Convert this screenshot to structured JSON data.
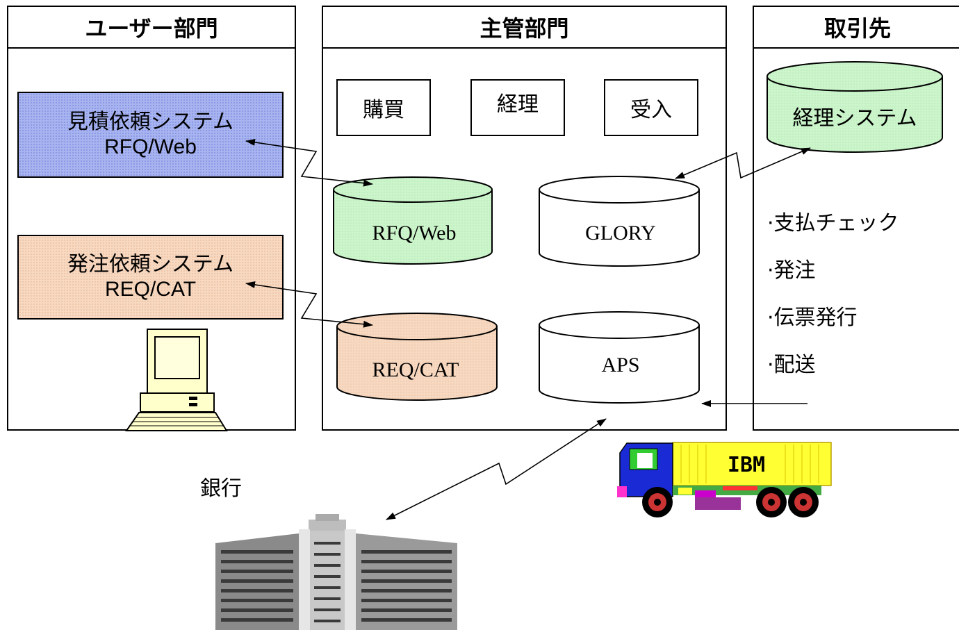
{
  "panels": {
    "user": {
      "title": "ユーザー部門"
    },
    "main": {
      "title": "主管部門"
    },
    "partner": {
      "title": "取引先"
    }
  },
  "user_systems": {
    "quote": {
      "line1": "見積依頼システム",
      "line2": "RFQ/Web"
    },
    "order": {
      "line1": "発注依頼システム",
      "line2": "REQ/CAT"
    }
  },
  "departments": [
    "購買",
    "経理",
    "受入"
  ],
  "databases": {
    "rfq": "RFQ/Web",
    "glory": "GLORY",
    "req": "REQ/CAT",
    "aps": "APS"
  },
  "partner_system": "経理システム",
  "partner_tasks": [
    "·支払チェック",
    "·発注",
    "·伝票発行",
    "·配送"
  ],
  "bank_label": "銀行",
  "truck_label": "IBM",
  "colors": {
    "green_db": "#ccf5cc",
    "peach_db": "#f7d8c0",
    "blue_box": "#a8b4f0",
    "truck_cargo": "#ffff33",
    "truck_cab": "#1a2bd6"
  }
}
